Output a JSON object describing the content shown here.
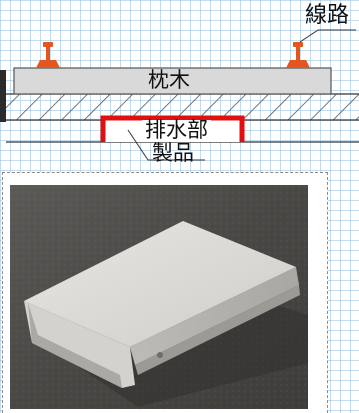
{
  "diagram": {
    "labels": {
      "rail_line": "線路",
      "sleeper": "枕木",
      "drainage_section": "排水部",
      "product": "製品"
    },
    "colors": {
      "rail": "#e2561f",
      "sleeper_fill": "#d9d9d9",
      "drainage_outline": "#e01010",
      "hatch": "#555555"
    }
  },
  "photo": {
    "subject": "concrete-drainage-cover-slab"
  }
}
